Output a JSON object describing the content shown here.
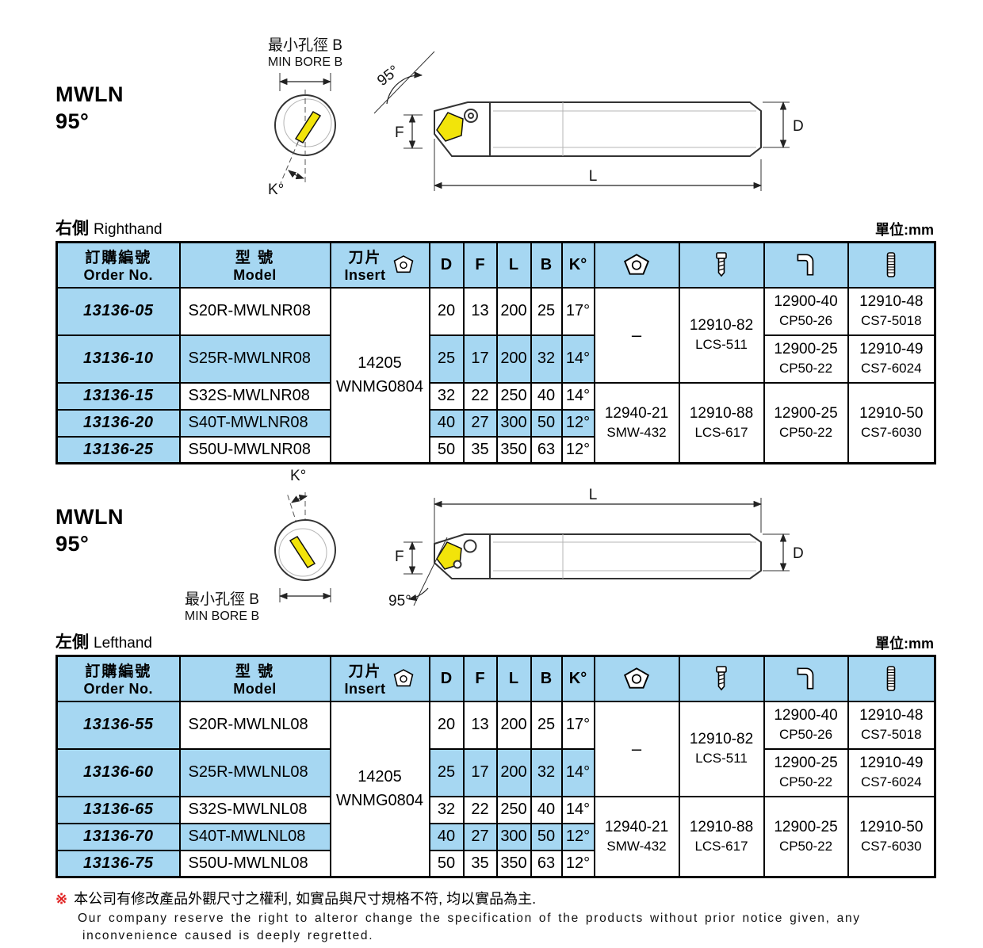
{
  "footnote": {
    "mark": "※",
    "cn": "本公司有修改產品外觀尺寸之權利, 如實品與尺寸規格不符, 均以實品為主.",
    "en_line1": "Our company reserve the right to alteror change the specification of the products without prior notice given, any",
    "en_line2": "inconvenience caused is deeply regretted."
  },
  "colors": {
    "highlight_blue": "#a6d7f2",
    "insert_yellow": "#f2e40a",
    "note_red": "#e02020"
  },
  "icons": {
    "insert": "insert-icon",
    "shim": "shim-icon",
    "screw": "screw-icon",
    "clamp": "clamp-icon",
    "stud": "stud-icon"
  },
  "sections": [
    {
      "title": "MWLN",
      "angle": "95°",
      "hand_cn": "右側",
      "hand_en": "Righthand",
      "unit": "單位:mm",
      "diagram": {
        "min_bore_cn": "最小孔徑 B",
        "min_bore_en": "MIN BORE B",
        "angle_95": "95°",
        "dim_f": "F",
        "dim_l": "L",
        "dim_d": "D",
        "dim_k": "K°"
      },
      "table": {
        "headers": {
          "order_cn": "訂購編號",
          "order_en": "Order No.",
          "model_cn": "型 號",
          "model_en": "Model",
          "insert_cn": "刀片",
          "insert_en": "Insert",
          "d": "D",
          "f": "F",
          "l": "L",
          "b": "B",
          "k": "K°"
        },
        "insert": {
          "code": "14205",
          "name": "WNMG0804"
        },
        "rows": [
          {
            "order": "13136-05",
            "model": "S20R-MWLNR08",
            "d": "20",
            "f": "13",
            "l": "200",
            "b": "25",
            "k": "17°"
          },
          {
            "order": "13136-10",
            "model": "S25R-MWLNR08",
            "d": "25",
            "f": "17",
            "l": "200",
            "b": "32",
            "k": "14°"
          },
          {
            "order": "13136-15",
            "model": "S32S-MWLNR08",
            "d": "32",
            "f": "22",
            "l": "250",
            "b": "40",
            "k": "14°"
          },
          {
            "order": "13136-20",
            "model": "S40T-MWLNR08",
            "d": "40",
            "f": "27",
            "l": "300",
            "b": "50",
            "k": "12°"
          },
          {
            "order": "13136-25",
            "model": "S50U-MWLNR08",
            "d": "50",
            "f": "35",
            "l": "350",
            "b": "63",
            "k": "12°"
          }
        ],
        "spares": {
          "shim_top": "–",
          "screw_top": {
            "code": "12910-82",
            "sub": "LCS-511"
          },
          "clamp_r1": {
            "code": "12900-40",
            "sub": "CP50-26"
          },
          "stud_r1": {
            "code": "12910-48",
            "sub": "CS7-5018"
          },
          "clamp_r2": {
            "code": "12900-25",
            "sub": "CP50-22"
          },
          "stud_r2": {
            "code": "12910-49",
            "sub": "CS7-6024"
          },
          "shim_bottom": {
            "code": "12940-21",
            "sub": "SMW-432"
          },
          "screw_bottom": {
            "code": "12910-88",
            "sub": "LCS-617"
          },
          "clamp_bottom": {
            "code": "12900-25",
            "sub": "CP50-22"
          },
          "stud_bottom": {
            "code": "12910-50",
            "sub": "CS7-6030"
          }
        }
      }
    },
    {
      "title": "MWLN",
      "angle": "95°",
      "hand_cn": "左側",
      "hand_en": "Lefthand",
      "unit": "單位:mm",
      "diagram": {
        "min_bore_cn": "最小孔徑 B",
        "min_bore_en": "MIN BORE B",
        "angle_95": "95°",
        "dim_f": "F",
        "dim_l": "L",
        "dim_d": "D",
        "dim_k": "K°"
      },
      "table": {
        "headers": {
          "order_cn": "訂購編號",
          "order_en": "Order No.",
          "model_cn": "型 號",
          "model_en": "Model",
          "insert_cn": "刀片",
          "insert_en": "Insert",
          "d": "D",
          "f": "F",
          "l": "L",
          "b": "B",
          "k": "K°"
        },
        "insert": {
          "code": "14205",
          "name": "WNMG0804"
        },
        "rows": [
          {
            "order": "13136-55",
            "model": "S20R-MWLNL08",
            "d": "20",
            "f": "13",
            "l": "200",
            "b": "25",
            "k": "17°"
          },
          {
            "order": "13136-60",
            "model": "S25R-MWLNL08",
            "d": "25",
            "f": "17",
            "l": "200",
            "b": "32",
            "k": "14°"
          },
          {
            "order": "13136-65",
            "model": "S32S-MWLNL08",
            "d": "32",
            "f": "22",
            "l": "250",
            "b": "40",
            "k": "14°"
          },
          {
            "order": "13136-70",
            "model": "S40T-MWLNL08",
            "d": "40",
            "f": "27",
            "l": "300",
            "b": "50",
            "k": "12°"
          },
          {
            "order": "13136-75",
            "model": "S50U-MWLNL08",
            "d": "50",
            "f": "35",
            "l": "350",
            "b": "63",
            "k": "12°"
          }
        ],
        "spares": {
          "shim_top": "–",
          "screw_top": {
            "code": "12910-82",
            "sub": "LCS-511"
          },
          "clamp_r1": {
            "code": "12900-40",
            "sub": "CP50-26"
          },
          "stud_r1": {
            "code": "12910-48",
            "sub": "CS7-5018"
          },
          "clamp_r2": {
            "code": "12900-25",
            "sub": "CP50-22"
          },
          "stud_r2": {
            "code": "12910-49",
            "sub": "CS7-6024"
          },
          "shim_bottom": {
            "code": "12940-21",
            "sub": "SMW-432"
          },
          "screw_bottom": {
            "code": "12910-88",
            "sub": "LCS-617"
          },
          "clamp_bottom": {
            "code": "12900-25",
            "sub": "CP50-22"
          },
          "stud_bottom": {
            "code": "12910-50",
            "sub": "CS7-6030"
          }
        }
      }
    }
  ]
}
